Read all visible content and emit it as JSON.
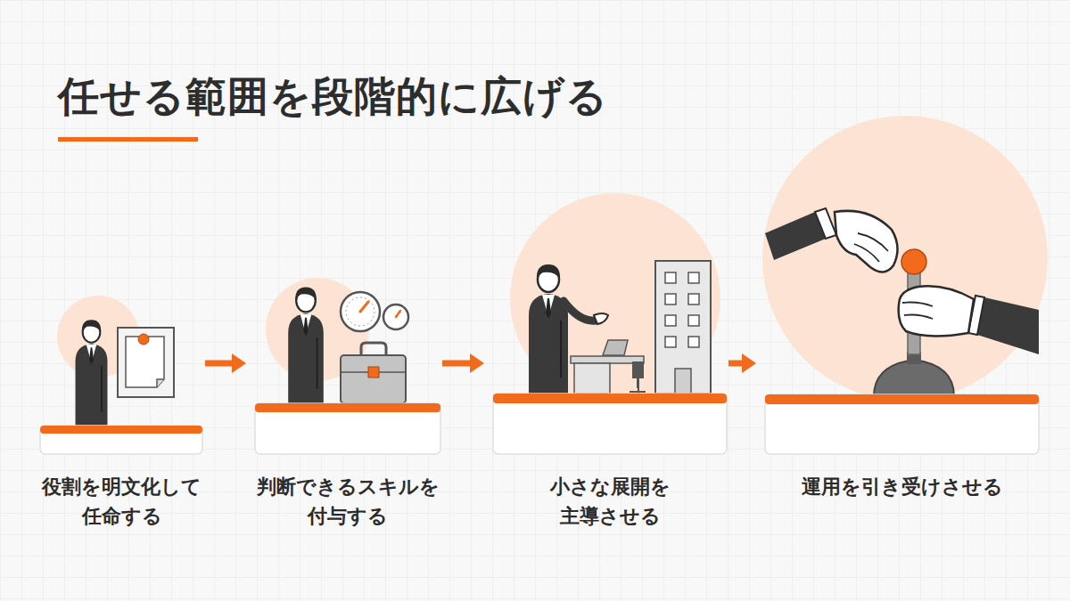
{
  "diagram": {
    "title": "任せる範囲を段階的に広げる",
    "nodes": [
      {
        "text": [
          "役割を明文化して 任命する"
        ]
      },
      {
        "text": [
          "判断できるスキルを 付与する"
        ]
      },
      {
        "text": [
          "小さな展開を 主導させる"
        ]
      },
      {
        "text": [
          "運用を引き受けさせる"
        ]
      }
    ],
    "edges": [
      {
        "from": 0,
        "to": 1,
        "arrow": "to"
      },
      {
        "from": 1,
        "to": 2,
        "arrow": "to"
      },
      {
        "from": 2,
        "to": 3,
        "arrow": "to"
      }
    ]
  }
}
